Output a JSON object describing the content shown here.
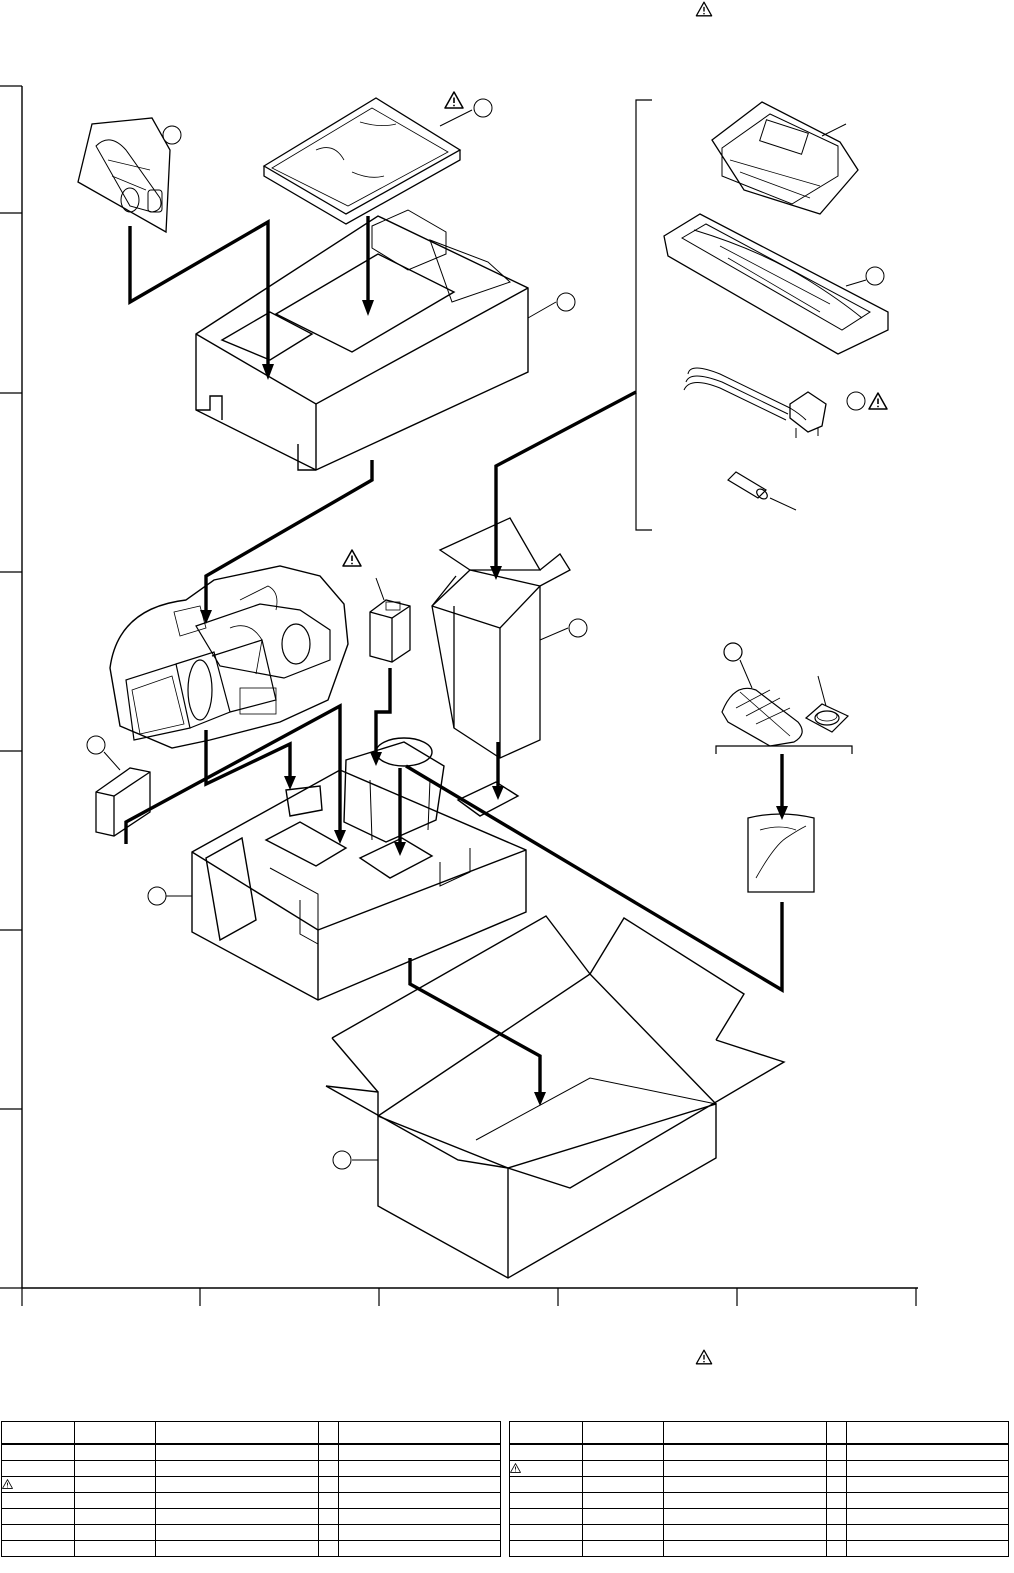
{
  "header": {
    "warning_icon": "warning-triangle-icon"
  },
  "diagram": {
    "title": "",
    "items": [
      {
        "id": "microphone-bag",
        "icon": "microphone-in-bag"
      },
      {
        "id": "instruction-book",
        "icon": "instruction-book",
        "warning": true
      },
      {
        "id": "upper-cushion",
        "icon": "foam-cushion-upper"
      },
      {
        "id": "ac-adapter-bag",
        "icon": "ac-adapter-in-bag"
      },
      {
        "id": "shoulder-strap",
        "icon": "shoulder-strap-in-bag"
      },
      {
        "id": "power-cord",
        "icon": "power-cord",
        "warning": true
      },
      {
        "id": "core-filter",
        "icon": "ferrite-core"
      },
      {
        "id": "accessory-box",
        "icon": "accessory-box"
      },
      {
        "id": "camera-bag",
        "icon": "camcorder-in-bag"
      },
      {
        "id": "battery-pack",
        "icon": "battery-pack",
        "warning": true
      },
      {
        "id": "remote-control",
        "icon": "remote-control"
      },
      {
        "id": "button-battery",
        "icon": "coin-battery"
      },
      {
        "id": "cassette",
        "icon": "cassette"
      },
      {
        "id": "poly-bag",
        "icon": "poly-bag"
      },
      {
        "id": "lower-cushion",
        "icon": "foam-cushion-lower"
      },
      {
        "id": "carton-box",
        "icon": "carton-box"
      }
    ]
  },
  "parts_table": {
    "warning_icon": "warning-triangle-icon",
    "left_warning_row": 3,
    "right_warning_row": 2
  }
}
